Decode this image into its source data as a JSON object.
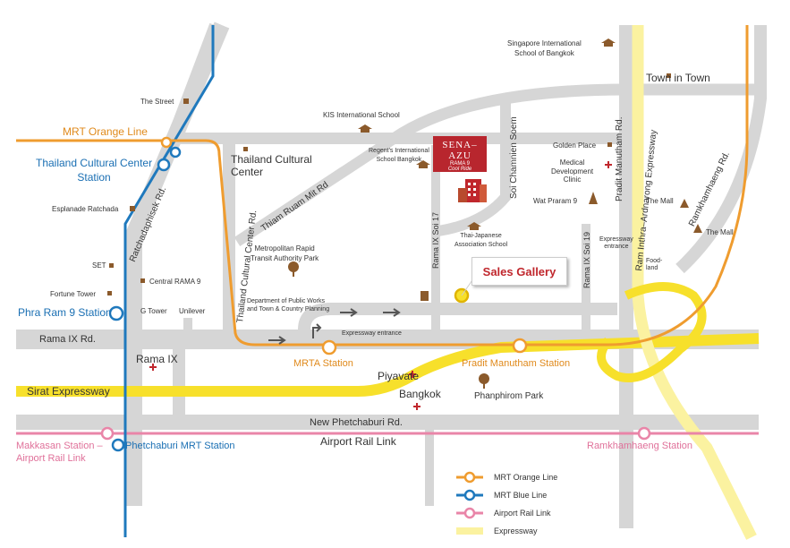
{
  "colors": {
    "road": "#d6d6d6",
    "orange_line": "#ef9c2f",
    "blue_line": "#1f79bd",
    "airport_line": "#e985a8",
    "expressway": "#f7e02b",
    "expressway_light": "#fbf2a0",
    "brown": "#8b5a2b",
    "red": "#c0272d"
  },
  "lines": {
    "mrt_orange": "MRT Orange Line",
    "sirat": "Sirat Expressway",
    "airport": "Airport Rail Link"
  },
  "stations": {
    "thailand_cultural_center": "Thailand Cultural Center\nStation",
    "phra_ram_9": "Phra Ram 9 Station",
    "makkasan": "Makkasan Station –\nAirport Rail Link",
    "phetchaburi": "Phetchaburi MRT Station",
    "mrta": "MRTA Station",
    "pradit_manutham": "Pradit Manutham Station",
    "ramkhamhaeng": "Ramkhamhaeng Station"
  },
  "roads": {
    "ratchadaphisek": "Ratchadaphisek Rd.",
    "thailand_cultural_center_rd": "Thailand Cultural Center Rd.",
    "thiam_ruam_mit": "Thiam Ruam Mit Rd",
    "rama9_rd": "Rama IX Rd.",
    "new_phetchaburi": "New Phetchaburi Rd.",
    "rama9_soi17": "Rama IX Soi 17",
    "rama9_soi19": "Rama IX Soi 19",
    "soi_chamnien_soem": "Soi Chamnien Soem",
    "pradit_manutham_rd": "Pradit Manutham Rd.",
    "ram_intra": "Ram Inthra–Ardnarong Expressway",
    "ramkhamhaeng_rd": "Ramkhamhaeng Rd."
  },
  "places": {
    "the_street": "The Street",
    "esplanade": "Esplanade Ratchada",
    "set": "SET",
    "fortune_tower": "Fortune Tower",
    "central_rama9": "Central RAMA 9",
    "g_tower": "G Tower",
    "unilever": "Unilever",
    "rama9_hospital": "Rama IX",
    "thailand_cultural_center": "Thailand Cultural\nCenter",
    "mrta_park": "Metropolitan Rapid\nTransit Authority Park",
    "dpt": "Department of Public Works\nand Town & Country Planning",
    "kis": "KIS International School",
    "regents": "Regent's International\nSchool Bangkok",
    "thai_japanese": "Thai-Japanese\nAssociation School",
    "singapore_school": "Singapore International\nSchool of Bangkok",
    "town_in_town": "Town in Town",
    "golden_place": "Golden Place",
    "medical_clinic": "Medical\nDevelopment\nClinic",
    "wat_praram9": "Wat Praram 9",
    "the_mall_1": "The Mall",
    "the_mall_2": "The Mall",
    "food_land": "Food-\nland",
    "expressway_entrance_r": "Expressway\nentrance",
    "expressway_entrance": "Expressway entrance",
    "piyavate": "Piyavate",
    "bangkok_hospital": "Bangkok",
    "phanphirom_park": "Phanphirom Park",
    "sales_gallery": "Sales Gallery"
  },
  "project": {
    "name": "SENA–AZU",
    "sub": "RAMA 9",
    "tag": "Cool Ride"
  },
  "legend": [
    {
      "label": "MRT Orange Line",
      "kind": "orange"
    },
    {
      "label": "MRT Blue Line",
      "kind": "blue"
    },
    {
      "label": "Airport Rail Link",
      "kind": "airport"
    },
    {
      "label": "Expressway",
      "kind": "expressway"
    }
  ]
}
